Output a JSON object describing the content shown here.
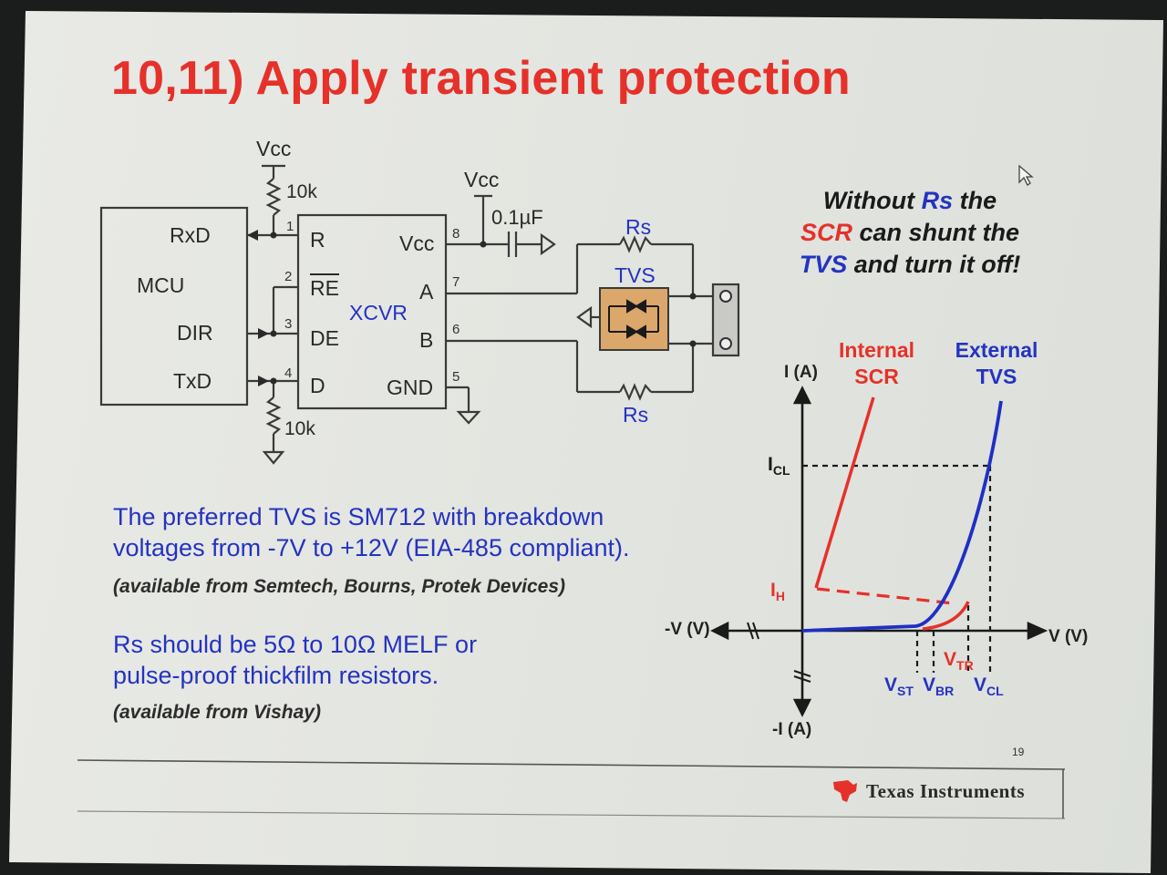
{
  "slide": {
    "title": "10,11) Apply transient protection",
    "page_number": "19",
    "logo_text": "Texas Instruments"
  },
  "schematic": {
    "vcc_top": "Vcc",
    "vcc_cap": "Vcc",
    "pullup": "10k",
    "pulldown": "10k",
    "cap": "0.1µF",
    "rs_top": "Rs",
    "rs_bottom": "Rs",
    "tvs": "TVS",
    "mcu": "MCU",
    "mcu_pins": [
      "RxD",
      "DIR",
      "TxD"
    ],
    "xcvr": "XCVR",
    "xcvr_left_pins": [
      "R",
      "RE",
      "DE",
      "D"
    ],
    "xcvr_right_pins": [
      "Vcc",
      "A",
      "B",
      "GND"
    ],
    "pin_numbers_left": [
      "1",
      "2",
      "3",
      "4"
    ],
    "pin_numbers_right": [
      "8",
      "7",
      "6",
      "5"
    ]
  },
  "callout": {
    "part1": "Without ",
    "rs": "Rs",
    "part2": " the",
    "scr": "SCR",
    "part3": " can shunt the",
    "tvs": "TVS",
    "part4": " and turn it off!"
  },
  "text_blocks": {
    "tvs_note": "The preferred TVS is SM712 with breakdown voltages from -7V to +12V (EIA-485 compliant).",
    "tvs_source": "(available from Semtech, Bourns, Protek Devices)",
    "rs_note": "Rs should be 5Ω to 10Ω MELF or pulse-proof thickfilm resistors.",
    "rs_source": "(available from Vishay)"
  },
  "graph": {
    "y_pos_label": "I (A)",
    "y_neg_label": "-I (A)",
    "x_pos_label": "V (V)",
    "x_neg_label": "-V (V)",
    "icl": "I",
    "icl_sub": "CL",
    "ih": "I",
    "ih_sub": "H",
    "vst": "V",
    "vst_sub": "ST",
    "vbr": "V",
    "vbr_sub": "BR",
    "vcl": "V",
    "vcl_sub": "CL",
    "vtr": "V",
    "vtr_sub": "TR",
    "internal_scr": [
      "Internal",
      "SCR"
    ],
    "external_tvs": [
      "External",
      "TVS"
    ],
    "colors": {
      "scr": "#e5312a",
      "tvs": "#1f2fc4"
    }
  }
}
